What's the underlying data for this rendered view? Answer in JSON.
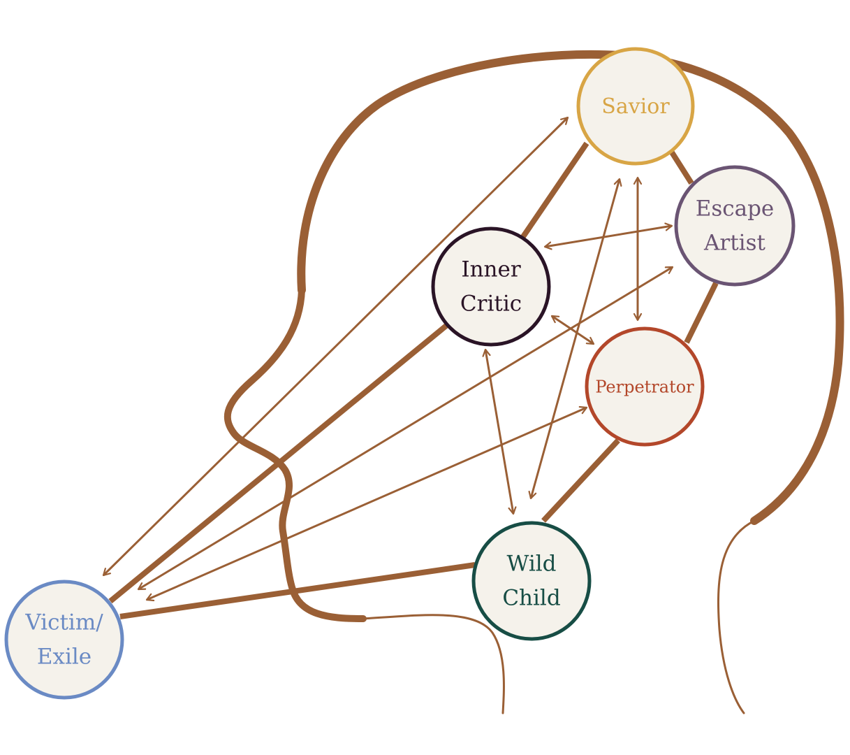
{
  "diagram": {
    "colors": {
      "head_outline": "#9a5f35",
      "connector": "#9a5f35",
      "arrow": "#9a5f35",
      "node_fill": "#f5f2eb"
    },
    "nodes": [
      {
        "id": "savior",
        "lines": [
          "Savior"
        ],
        "color": "#d8a545"
      },
      {
        "id": "escape-artist",
        "lines": [
          "Escape",
          "Artist"
        ],
        "color": "#6a5473"
      },
      {
        "id": "inner-critic",
        "lines": [
          "Inner",
          "Critic"
        ],
        "color": "#2a1426"
      },
      {
        "id": "perpetrator",
        "lines": [
          "Perpetrator"
        ],
        "color": "#b3472a"
      },
      {
        "id": "wild-child",
        "lines": [
          "Wild",
          "Child"
        ],
        "color": "#174d45"
      },
      {
        "id": "victim-exile",
        "lines": [
          "Victim/",
          "Exile"
        ],
        "color": "#6a8ac4"
      }
    ]
  }
}
